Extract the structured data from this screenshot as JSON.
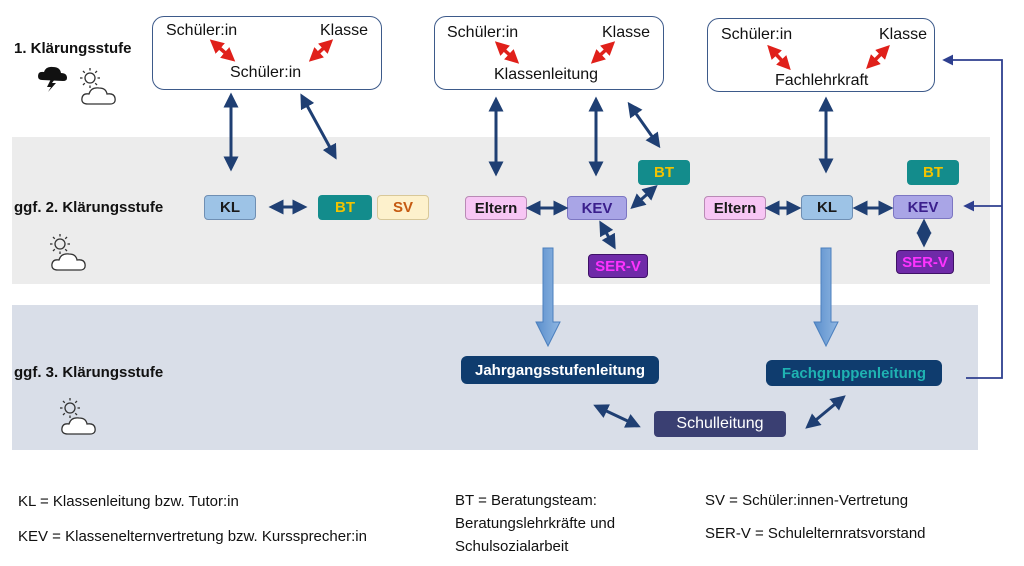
{
  "levels": {
    "level1": "1. Klärungsstufe",
    "level2": "ggf. 2. Klärungsstufe",
    "level3": "ggf. 3. Klärungsstufe"
  },
  "top_boxes": [
    {
      "left": "Schüler:in",
      "right": "Klasse",
      "center": "Schüler:in"
    },
    {
      "left": "Schüler:in",
      "right": "Klasse",
      "center": "Klassenleitung"
    },
    {
      "left": "Schüler:in",
      "right": "Klasse",
      "center": "Fachlehrkraft"
    }
  ],
  "nodes": {
    "kl_left": "KL",
    "bt_left": "BT",
    "sv": "SV",
    "eltern_mid": "Eltern",
    "kev_mid": "KEV",
    "bt_mid": "BT",
    "serv_mid": "SER-V",
    "eltern_right": "Eltern",
    "kl_right": "KL",
    "bt_right": "BT",
    "kev_right": "KEV",
    "serv_right": "SER-V",
    "jahrgang": "Jahrgangsstufenleitung",
    "fachgruppe": "Fachgruppenleitung",
    "schulleitung": "Schulleitung"
  },
  "legend": {
    "kl": "KL = Klassenleitung bzw. Tutor:in",
    "kev": "KEV = Klassenelternvertretung bzw. Kurssprecher:in",
    "bt_line1": "BT = Beratungsteam:",
    "bt_line2": "Beratungslehrkräfte und",
    "bt_line3": "Schulsozialarbeit",
    "sv": "SV = Schüler:innen-Vertretung",
    "serv": "SER-V = Schulelternratsvorstand"
  },
  "icons": [
    "storm-cloud-icon",
    "sun-cloud-icon"
  ],
  "colors": {
    "band_level2": "#ececec",
    "band_level3": "#d9dee8",
    "arrow_dark": "#1f3f73",
    "arrow_red": "#e0201a",
    "kl_fill": "#9dc3e6",
    "bt_fill": "#138c8c",
    "bt_text": "#f2c300",
    "sv_fill": "#fdf1cc",
    "sv_text": "#c55a11",
    "eltern_fill": "#f7c6f4",
    "kev_fill": "#a9a5e6",
    "serv_fill": "#6f2aa8",
    "serv_text": "#ff33ff",
    "jahrgang_fill": "#0f3c6e",
    "fachgruppe_text": "#1fb2b2",
    "schulleitung_fill": "#3a3f72"
  }
}
